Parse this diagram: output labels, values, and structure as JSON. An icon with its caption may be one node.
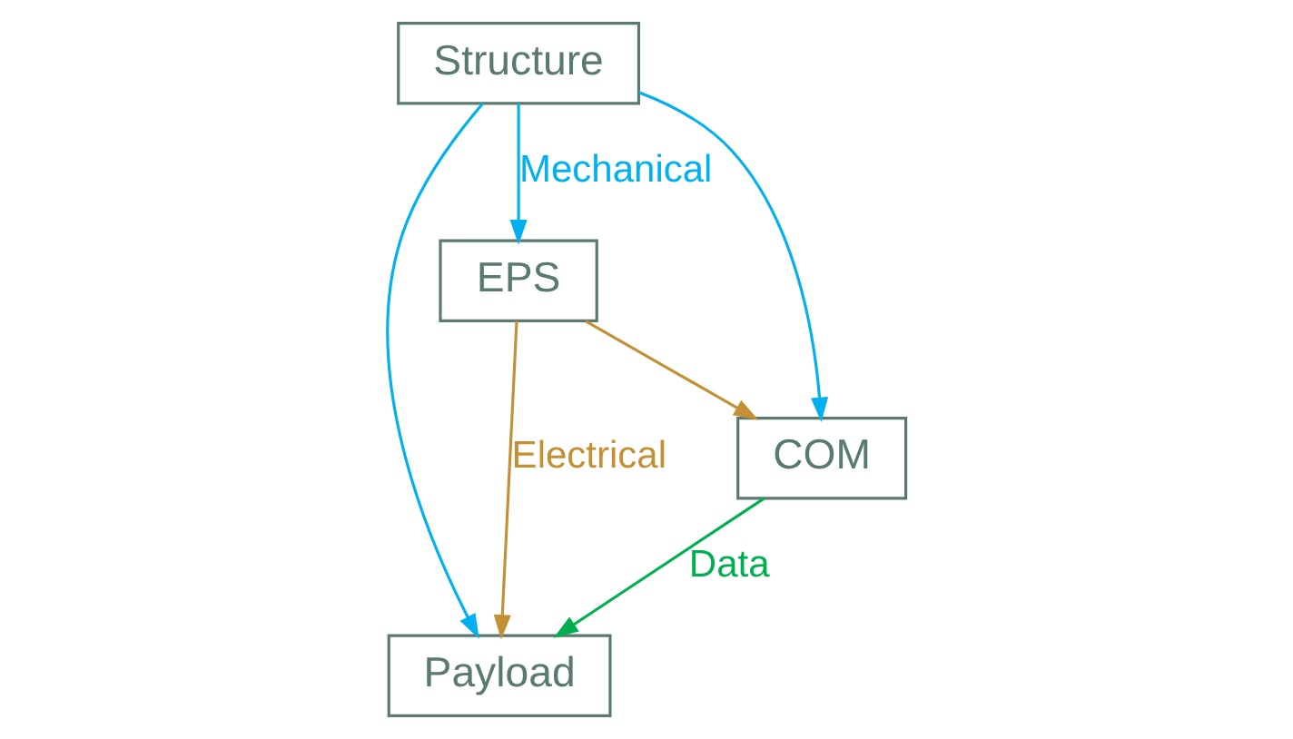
{
  "diagram": {
    "nodes": [
      {
        "text": [
          "EPS"
        ]
      },
      {
        "text": [
          "Payload"
        ]
      },
      {
        "text": [
          "COM"
        ]
      },
      {
        "text": [
          "Structure"
        ]
      }
    ],
    "edges": [
      {
        "from": 0,
        "to": 1,
        "arrow": "to",
        "color": "#c39036",
        "label": "Electrical"
      },
      {
        "from": 0,
        "to": 2,
        "arrow": "to",
        "color": "#c39036"
      },
      {
        "from": 2,
        "to": 1,
        "arrow": "to",
        "color": "#00b050",
        "label": "Data"
      },
      {
        "from": 3,
        "to": 0,
        "arrow": "to",
        "label": "Mechanical"
      },
      {
        "from": 3,
        "to": 1,
        "arrow": "to"
      },
      {
        "from": 3,
        "to": 2,
        "arrow": "to"
      }
    ]
  }
}
